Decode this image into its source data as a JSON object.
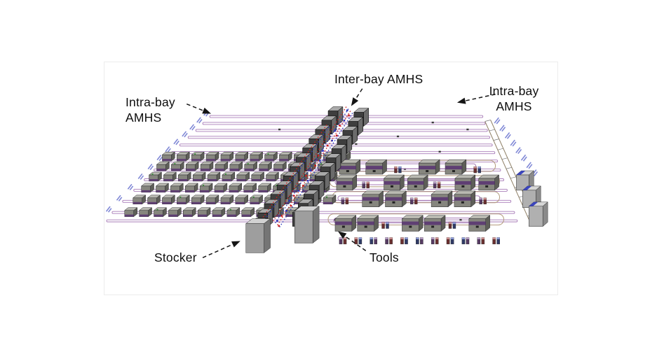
{
  "figure": {
    "labels": {
      "intrabay_left": [
        "Intra-bay",
        "AMHS"
      ],
      "interbay": "Inter-bay AMHS",
      "intrabay_right": [
        "Intra-bay",
        "AMHS"
      ],
      "stocker": "Stocker",
      "tools": "Tools"
    },
    "colors": {
      "bay_loop": "#a87cb8",
      "bay_loop_dark": "#7a5a90",
      "outer_loop_tan": "#b39b7d",
      "rail": "#8f8066",
      "spine_front": "#3e3e3e",
      "spine_top": "#a9a9a9",
      "spine_side": "#6b6b6b",
      "stocker_front": "#9e9e9e",
      "stocker_top": "#d2d2d2",
      "stocker_side": "#757575",
      "tool_front": "#86867e",
      "tool_top": "#b9b9b1",
      "tool_side": "#5e5e58",
      "tool_accent": "#5f3f73",
      "vehicle_red": "#cc2020",
      "vehicle_blue": "#2a35bb",
      "bay_label_blue": "#6a74cf",
      "arrow": "#151515",
      "panel_border": "#ececec"
    }
  }
}
